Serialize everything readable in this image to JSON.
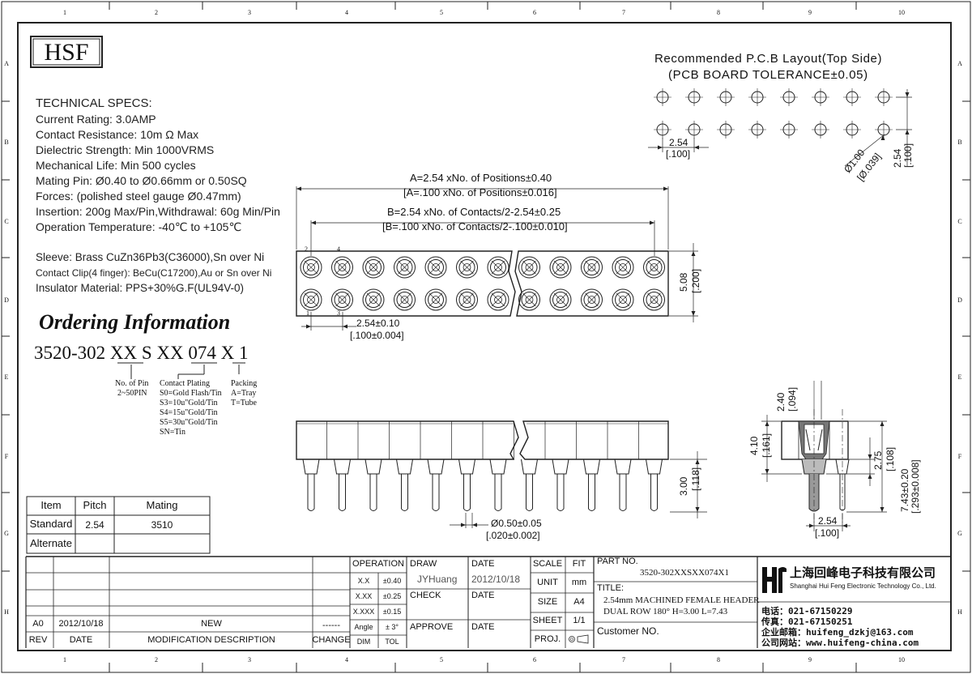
{
  "frame": {
    "col_marks": [
      "1",
      "2",
      "3",
      "4",
      "5",
      "6",
      "7",
      "8",
      "9",
      "10"
    ],
    "row_marks": [
      "A",
      "B",
      "C",
      "D",
      "E",
      "F",
      "G",
      "H"
    ]
  },
  "logo": "HSF",
  "specs": {
    "heading": "TECHNICAL SPECS:",
    "lines": [
      "Current Rating: 3.0AMP",
      "Contact Resistance: 10m Ω Max",
      "Dielectric Strength:  Min 1000VRMS",
      "Mechanical Life:  Min 500 cycles",
      "Mating Pin: Ø0.40 to Ø0.66mm or 0.50SQ",
      "Forces:  (polished steel gauge Ø0.47mm)",
      "Insertion: 200g Max/Pin,Withdrawal: 60g Min/Pin",
      "Operation Temperature: -40℃ to +105℃"
    ],
    "materials": [
      "Sleeve: Brass CuZn36Pb3(C36000),Sn over Ni",
      "Contact Clip(4 finger): BeCu(C17200),Au or Sn over Ni",
      "Insulator Material: PPS+30%G.F(UL94V-0)"
    ]
  },
  "ordering": {
    "title": "Ordering Information",
    "part_code": "3520-302 XX S XX 074 X 1",
    "pin_label": "No. of Pin",
    "pin_range": "2~50PIN",
    "plating_label": "Contact Plating",
    "plating_options": [
      "S0=Gold Flash/Tin",
      "S3=10u\"Gold/Tin",
      "S4=15u\"Gold/Tin",
      "S5=30u\"Gold/Tin",
      "SN=Tin"
    ],
    "packing_label": "Packing",
    "packing_options": [
      "A=Tray",
      "T=Tube"
    ]
  },
  "pcb_layout": {
    "title": "Recommended P.C.B Layout(Top Side)",
    "subtitle": "(PCB BOARD TOLERANCE±0.05)",
    "pitch_x": "2.54",
    "pitch_x_in": "[.100]",
    "pitch_y": "2.54",
    "pitch_y_in": "[.100]",
    "hole": "Ø1.00",
    "hole_in": "[Ø.039]"
  },
  "top_view": {
    "dim_a": "A=2.54 xNo. of Positions±0.40",
    "dim_a_in": "[A=.100 xNo. of Positions±0.016]",
    "dim_b": "B=2.54 xNo. of Contacts/2-2.54±0.25",
    "dim_b_in": "[B=.100 xNo. of Contacts/2-.100±0.010]",
    "height": "5.08",
    "height_in": "[.200]",
    "pitch": "2.54±0.10",
    "pitch_in": "[.100±0.004]",
    "pin1": "1",
    "pin2": "2",
    "pin3": "3",
    "pin4": "4"
  },
  "side_view": {
    "tail": "3.00",
    "tail_in": "[.118]",
    "pin_dia": "Ø0.50±0.05",
    "pin_dia_in": "[.020±0.002]"
  },
  "section_view": {
    "d240": "2.40",
    "d240_in": "[.094]",
    "d410": "4.10",
    "d410_in": "[.161]",
    "d275": "2.75",
    "d275_in": "[.108]",
    "d743": "7.43±0.20",
    "d743_in": "[.293±0.008]",
    "pitch": "2.54",
    "pitch_in": "[.100]"
  },
  "pitch_table": {
    "headers": [
      "Item",
      "Pitch",
      "Mating"
    ],
    "rows": [
      [
        "Standard",
        "2.54",
        "3510"
      ],
      [
        "Alternate",
        "",
        ""
      ]
    ]
  },
  "title_block": {
    "rev_row": {
      "rev": "A0",
      "date": "2012/10/18",
      "desc": "NEW",
      "change": "------"
    },
    "rev_header": {
      "rev": "REV",
      "date": "DATE",
      "desc": "MODIFICATION  DESCRIPTION",
      "change": "CHANGE"
    },
    "operation": "OPERATION",
    "tolerances": [
      [
        "X.X",
        "±0.40"
      ],
      [
        "X.XX",
        "±0.25"
      ],
      [
        "X.XXX",
        "±0.15"
      ],
      [
        "Angle",
        "± 3°"
      ]
    ],
    "dim": "DIM",
    "tol": "TOL",
    "draw_label": "DRAW",
    "draw_value": "JYHuang",
    "check_label": "CHECK",
    "approve_label": "APPROVE",
    "date_label": "DATE",
    "date_value": "2012/10/18",
    "scale_label": "SCALE",
    "fit_label": "FIT",
    "unit_label": "UNIT",
    "unit_value": "mm",
    "size_label": "SIZE",
    "size_value": "A4",
    "sheet_label": "SHEET",
    "sheet_value": "1/1",
    "proj_label": "PROJ.",
    "part_label": "PART NO.",
    "part_value": "3520-302XXSXX074X1",
    "title_label": "TITLE:",
    "title_line1": "2.54mm MACHINED FEMALE HEADER",
    "title_line2": "DUAL ROW 180° H=3.00 L=7.43",
    "customer_label": "Customer NO.",
    "company_cn": "上海回峰电子科技有限公司",
    "company_en": "Shanghai Hui Feng Electronic Technology Co., Ltd.",
    "tel": "电话：021-67150229",
    "fax": "传真：021-67150251",
    "email": "企业邮箱：huifeng_dzkj@163.com",
    "web": "公司网站：www.huifeng-china.com"
  }
}
